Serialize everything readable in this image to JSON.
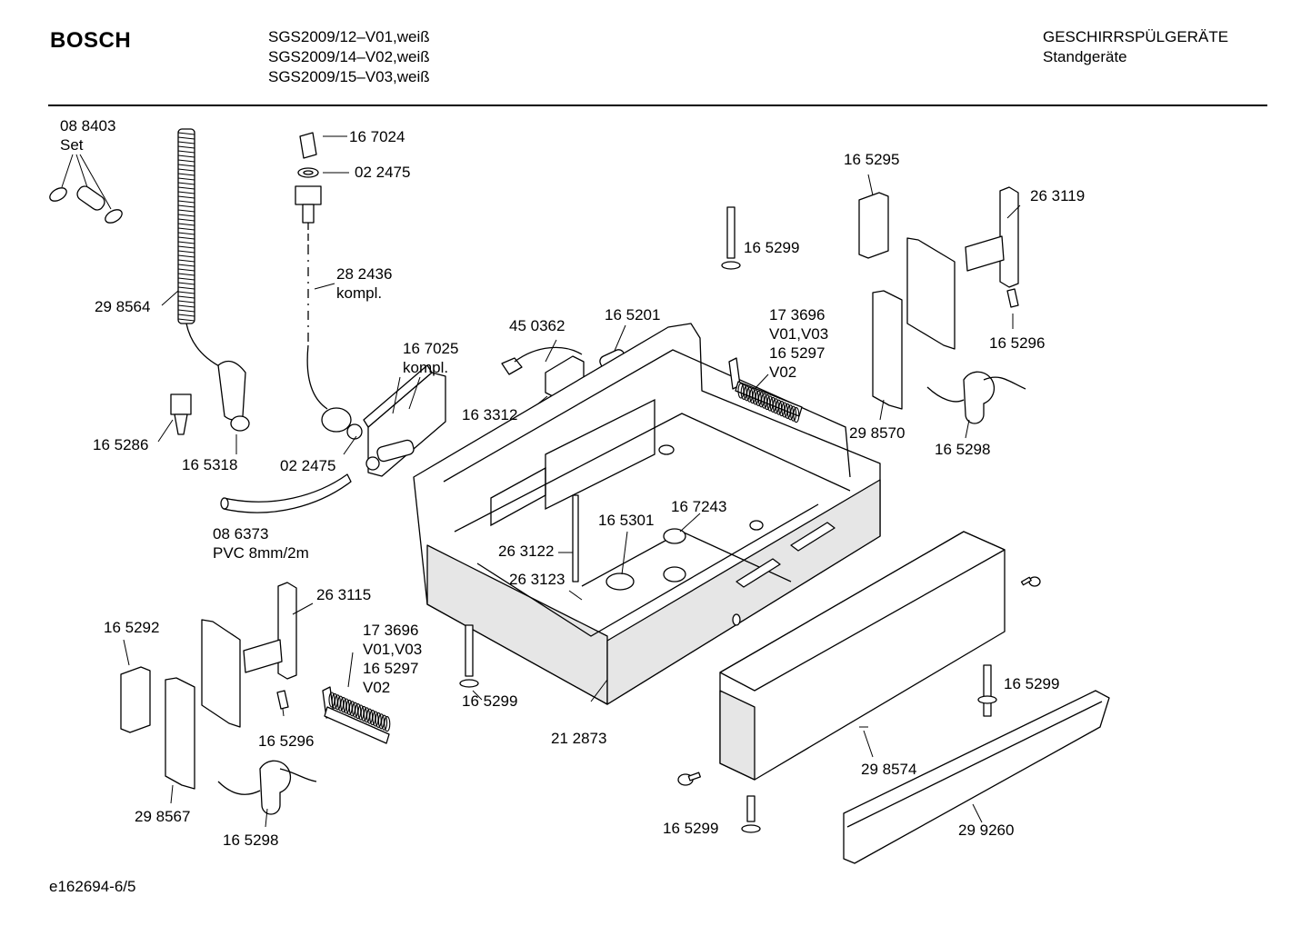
{
  "header": {
    "brand": "BOSCH",
    "models": [
      "SGS2009/12–V01,weiß",
      "SGS2009/14–V02,weiß",
      "SGS2009/15–V03,weiß"
    ],
    "category": "GESCHIRRSPÜLGERÄTE",
    "subcategory": "Standgeräte"
  },
  "footer": {
    "drawing_id": "e162694-6/5"
  },
  "parts": {
    "p088403": "08 8403",
    "p088403_note": "Set",
    "p298564": "29 8564",
    "p165286": "16 5286",
    "p165318": "16 5318",
    "p167024": "16 7024",
    "p022475_a": "02 2475",
    "p282436": "28 2436",
    "p282436_note": "kompl.",
    "p167025": "16 7025",
    "p167025_note": "kompl.",
    "p022475_b": "02 2475",
    "p086373": "08 6373",
    "p086373_note": "PVC 8mm/2m",
    "p450362": "45 0362",
    "p165201": "16 5201",
    "p163312": "16 3312",
    "p165299_a": "16 5299",
    "p173696_a": "17 3696",
    "p173696_a_note": "V01,V03",
    "p165297_a": "16 5297",
    "p165297_a_note": "V02",
    "p165295": "16 5295",
    "p263119": "26 3119",
    "p165296_a": "16 5296",
    "p298570": "29 8570",
    "p165298_a": "16 5298",
    "p167243": "16 7243",
    "p165301": "16 5301",
    "p263122": "26 3122",
    "p263123": "26 3123",
    "p165292": "16 5292",
    "p263115": "26 3115",
    "p173696_b": "17 3696",
    "p173696_b_note": "V01,V03",
    "p165297_b": "16 5297",
    "p165297_b_note": "V02",
    "p165296_b": "16 5296",
    "p298567": "29 8567",
    "p165298_b": "16 5298",
    "p165299_b": "16 5299",
    "p212873": "21 2873",
    "p165299_c": "16 5299",
    "p298574": "29 8574",
    "p165299_d": "16 5299",
    "p299260": "29 9260"
  }
}
